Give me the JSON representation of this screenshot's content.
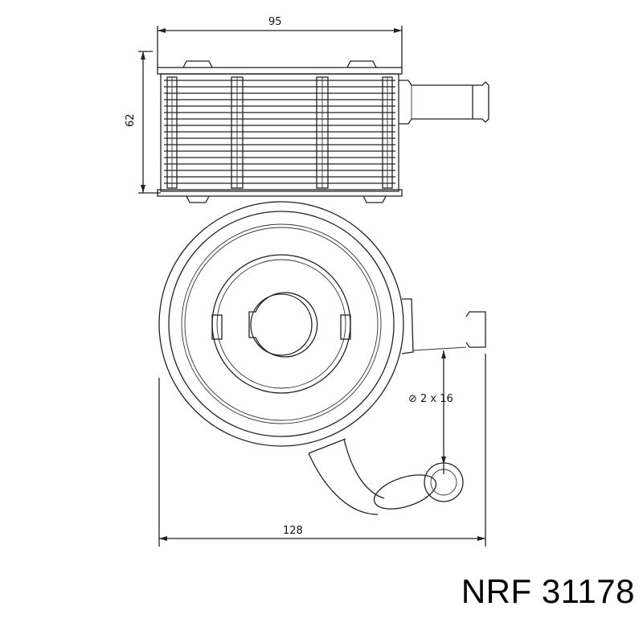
{
  "drawing": {
    "dim_width_top": "95",
    "dim_height_left": "62",
    "dim_width_bottom": "128",
    "dim_fitting": "⊘ 2 x 16"
  },
  "caption": {
    "brand": "NRF",
    "part_number": "31178"
  }
}
